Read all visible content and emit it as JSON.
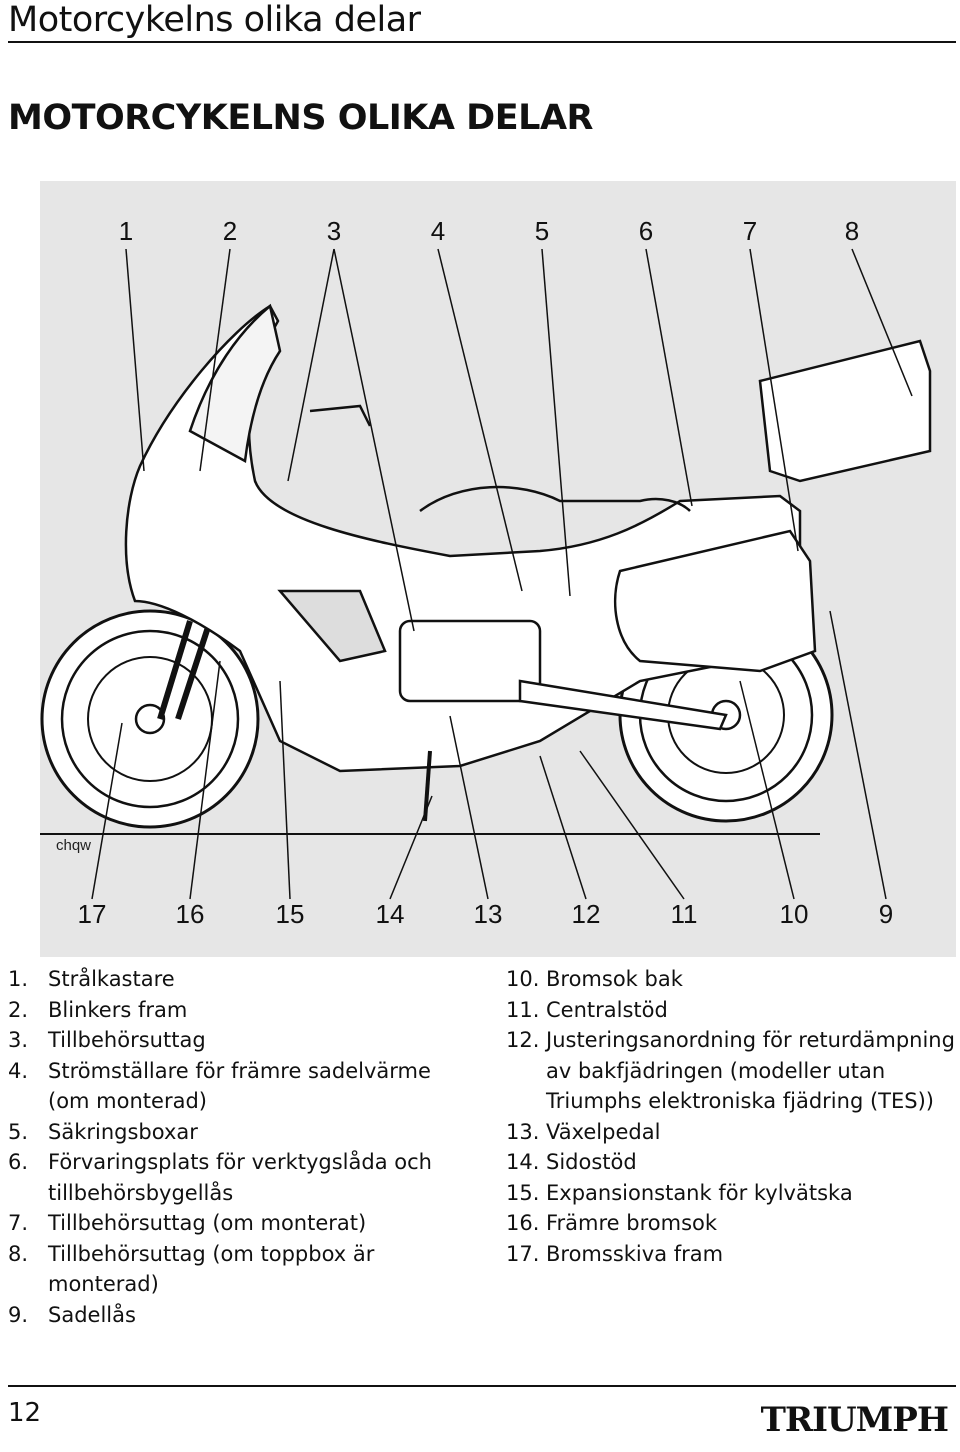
{
  "header": {
    "title": "Motorcykelns olika delar"
  },
  "section": {
    "heading": "MOTORCYKELNS OLIKA DELAR"
  },
  "figure": {
    "code": "chqw",
    "top_callouts": [
      "1",
      "2",
      "3",
      "4",
      "5",
      "6",
      "7",
      "8"
    ],
    "bottom_callouts": [
      "17",
      "16",
      "15",
      "14",
      "13",
      "12",
      "11",
      "10",
      "9"
    ]
  },
  "legend_left": [
    {
      "num": "1.",
      "text": "Strålkastare"
    },
    {
      "num": "2.",
      "text": "Blinkers fram"
    },
    {
      "num": "3.",
      "text": "Tillbehörsuttag"
    },
    {
      "num": "4.",
      "text": "Strömställare för främre sadelvärme (om monterad)"
    },
    {
      "num": "5.",
      "text": "Säkringsboxar"
    },
    {
      "num": "6.",
      "text": "Förvaringsplats för verktygslåda och tillbehörsbygellås"
    },
    {
      "num": "7.",
      "text": "Tillbehörsuttag (om monterat)"
    },
    {
      "num": "8.",
      "text": "Tillbehörsuttag (om toppbox är monterad)"
    },
    {
      "num": "9.",
      "text": "Sadellås"
    }
  ],
  "legend_right": [
    {
      "num": "10.",
      "text": "Bromsok bak"
    },
    {
      "num": "11.",
      "text": "Centralstöd"
    },
    {
      "num": "12.",
      "text": "Justeringsanordning för returdämpning av bakfjädringen (modeller utan Triumphs elektroniska fjädring (TES))"
    },
    {
      "num": "13.",
      "text": "Växelpedal"
    },
    {
      "num": "14.",
      "text": "Sidostöd"
    },
    {
      "num": "15.",
      "text": "Expansionstank för kylvätska"
    },
    {
      "num": "16.",
      "text": "Främre bromsok"
    },
    {
      "num": "17.",
      "text": "Bromsskiva fram"
    }
  ],
  "footer": {
    "page_number": "12",
    "brand": "TRIUMPH"
  }
}
